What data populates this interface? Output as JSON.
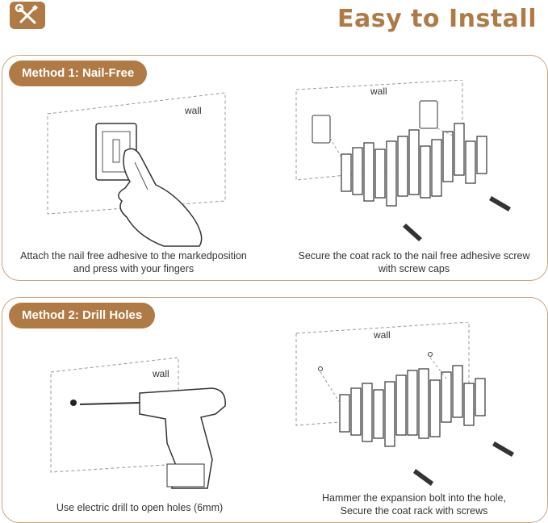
{
  "header": {
    "title": "Easy to Install",
    "logo_icon": "wrench-screwdriver-icon",
    "accent_color": "#b07a45"
  },
  "method1": {
    "badge": "Method 1: Nail-Free",
    "step1": {
      "wall_label": "wall",
      "caption_line1": "Attach the nail free adhesive to the markedposition",
      "caption_line2": "and press with your fingers"
    },
    "step2": {
      "wall_label": "wall",
      "caption_line1": "Secure the coat rack to the nail free adhesive screw",
      "caption_line2": "with screw caps"
    }
  },
  "method2": {
    "badge": "Method 2: Drill Holes",
    "step1": {
      "wall_label": "wall",
      "caption_line1": "Use electric drill to open holes (6mm)"
    },
    "step2": {
      "wall_label": "wall",
      "caption_line1": "Hammer the expansion bolt into the hole,",
      "caption_line2": "Secure the coat rack with screws"
    }
  }
}
